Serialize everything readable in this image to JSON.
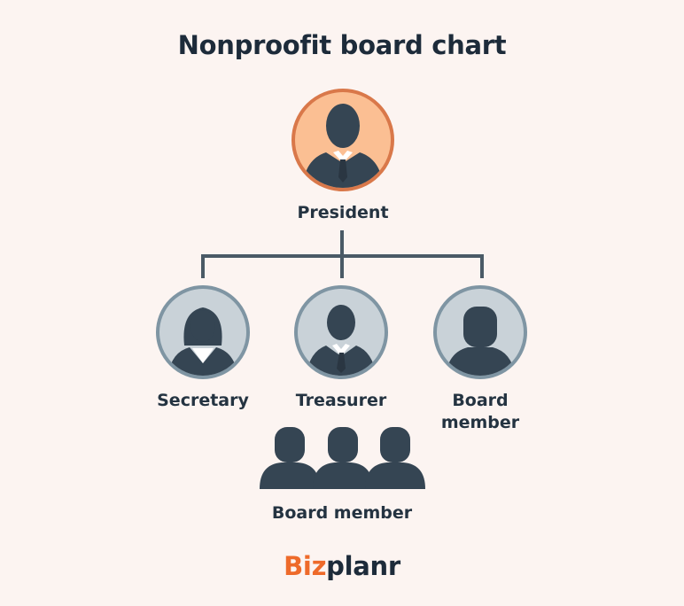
{
  "title": "Nonproofit board chart",
  "nodes": {
    "president": "President",
    "secretary": "Secretary",
    "treasurer": "Treasurer",
    "board_member_line1": "Board",
    "board_member_line2": "member",
    "board_members_group": "Board member"
  },
  "logo": {
    "part1": "Biz",
    "part2": "planr"
  },
  "colors": {
    "background": "#fcf4f1",
    "president_fill": "#fbbf93",
    "president_ring": "#d9784a",
    "member_fill": "#c9d2d8",
    "member_ring": "#7f95a3",
    "figure": "#354553",
    "connector": "#4a5a66",
    "logo_accent": "#ee6a2a"
  },
  "icons": [
    "businessman-icon",
    "businesswoman-icon",
    "person-icon",
    "people-group-icon"
  ]
}
